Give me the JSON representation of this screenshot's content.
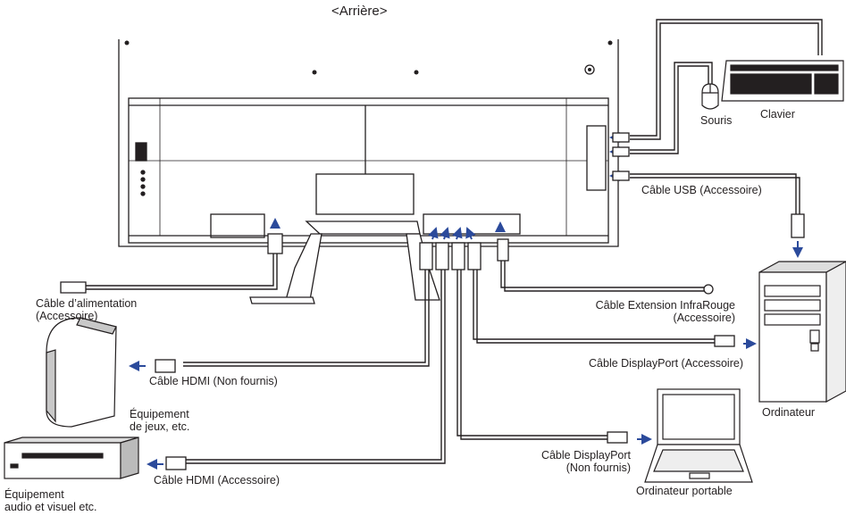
{
  "title": "<Arrière>",
  "labels": {
    "mouse": "Souris",
    "keyboard": "Clavier",
    "usb_cable": "Câble USB (Accessoire)",
    "power_cable_1": "Câble d’alimentation",
    "power_cable_2": "(Accessoire)",
    "ir_cable_1": "Câble Extension InfraRouge",
    "ir_cable_2": "(Accessoire)",
    "dp_cable_acc": "Câble DisplayPort (Accessoire)",
    "hdmi_not_supplied": "Câble HDMI (Non fournis)",
    "game_1": "Équipement",
    "game_2": "de jeux, etc.",
    "computer": "Ordinateur",
    "dp_cable_ns_1": "Câble DisplayPort",
    "dp_cable_ns_2": "(Non fournis)",
    "hdmi_accessory": "Câble HDMI (Accessoire)",
    "laptop": "Ordinateur portable",
    "av_1": "Équipement",
    "av_2": "audio et visuel etc."
  },
  "colors": {
    "line": "#231f20",
    "arrow": "#2b4a9b",
    "device_fill": "#ffffff",
    "shade": "#c8c8c8"
  }
}
